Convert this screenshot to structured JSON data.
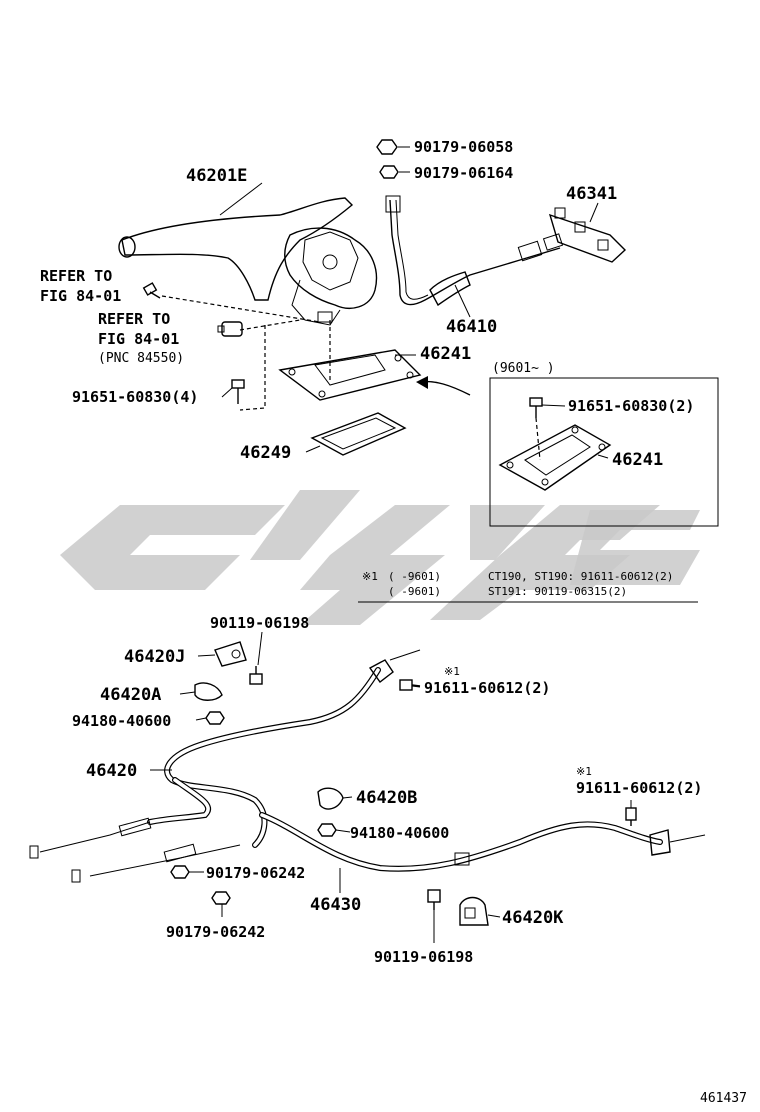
{
  "diagram_id": "461437",
  "labels": {
    "lever": "46201E",
    "bolt_top1": "90179-06058",
    "bolt_top2": "90179-06164",
    "clip_46341": "46341",
    "cable_46410": "46410",
    "plate_46241": "46241",
    "gasket_46249": "46249",
    "bolts_4": "91651-60830(4)",
    "refer1_line1": "REFER TO",
    "refer1_line2": "FIG 84-01",
    "refer2_line1": "REFER TO",
    "refer2_line2": "FIG 84-01",
    "refer2_pnc": "(PNC 84550)",
    "inset_header": "(9601~     )",
    "inset_bolt": "91651-60830(2)",
    "inset_plate": "46241",
    "note_row1_mark": "※1",
    "note_row1_range": "(      -9601)",
    "note_row1_text": "CT190, ST190: 91611-60612(2)",
    "note_row2_range": "(      -9601)",
    "note_row2_text": "ST191: 90119-06315(2)",
    "bolt_90119_top": "90119-06198",
    "part_46420J": "46420J",
    "mark1_a": "※1",
    "bolt_91611_a": "91611-60612(2)",
    "part_46420A": "46420A",
    "nut_94180_a": "94180-40600",
    "cable_46420": "46420",
    "part_46420B": "46420B",
    "mark1_b": "※1",
    "bolt_91611_b": "91611-60612(2)",
    "nut_94180_b": "94180-40600",
    "nut_90179_a": "90179-06242",
    "cable_46430": "46430",
    "nut_90179_b": "90179-06242",
    "part_46420K": "46420K",
    "bolt_90119_bot": "90119-06198"
  }
}
